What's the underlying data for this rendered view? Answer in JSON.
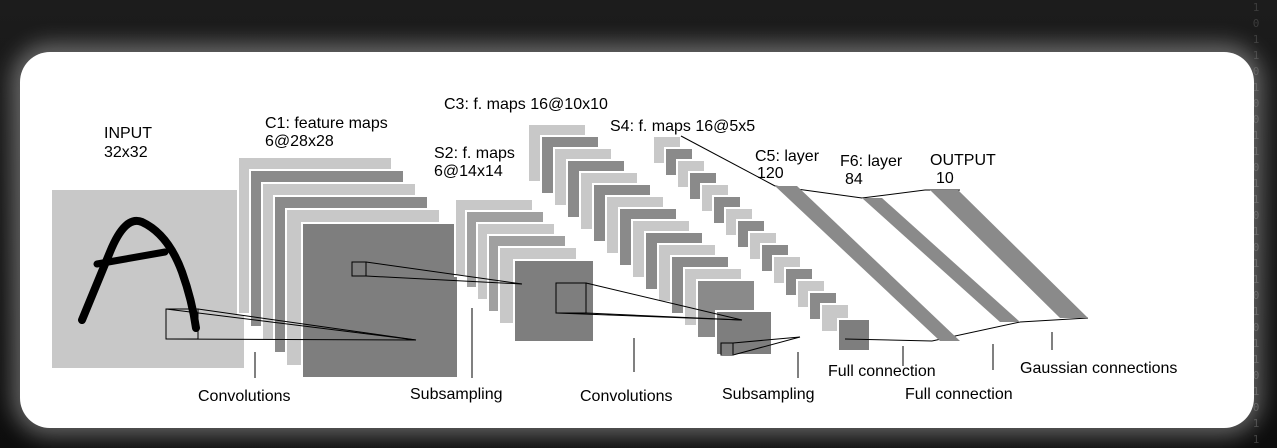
{
  "layers": [
    {
      "title": "INPUT",
      "size": "32x32"
    },
    {
      "title": "C1: feature maps",
      "size": "6@28x28"
    },
    {
      "title": "S2: f. maps",
      "size": "6@14x14"
    },
    {
      "title": "C3: f. maps 16@10x10",
      "size": ""
    },
    {
      "title": "S4: f. maps 16@5x5",
      "size": ""
    },
    {
      "title": "C5: layer",
      "size": "120"
    },
    {
      "title": "F6: layer",
      "size": "84"
    },
    {
      "title": "OUTPUT",
      "size": "10"
    }
  ],
  "operations": [
    "Convolutions",
    "Subsampling",
    "Convolutions",
    "Subsampling",
    "Full connection",
    "Full connection",
    "Gaussian connections"
  ],
  "decor": {
    "right_edge_glyphs": "1\n0\n1\n1\n0\n1\n0\n0\n1\n1\n0\n1\n1\n0\n1\n0\n1\n1\n0\n1\n0\n1\n1\n0\n1\n0\n1\n1"
  },
  "colors": {
    "map_light": "#c8c8c8",
    "map_mid": "#a0a0a0",
    "map_dark": "#7e7e7e",
    "line": "#000000"
  }
}
